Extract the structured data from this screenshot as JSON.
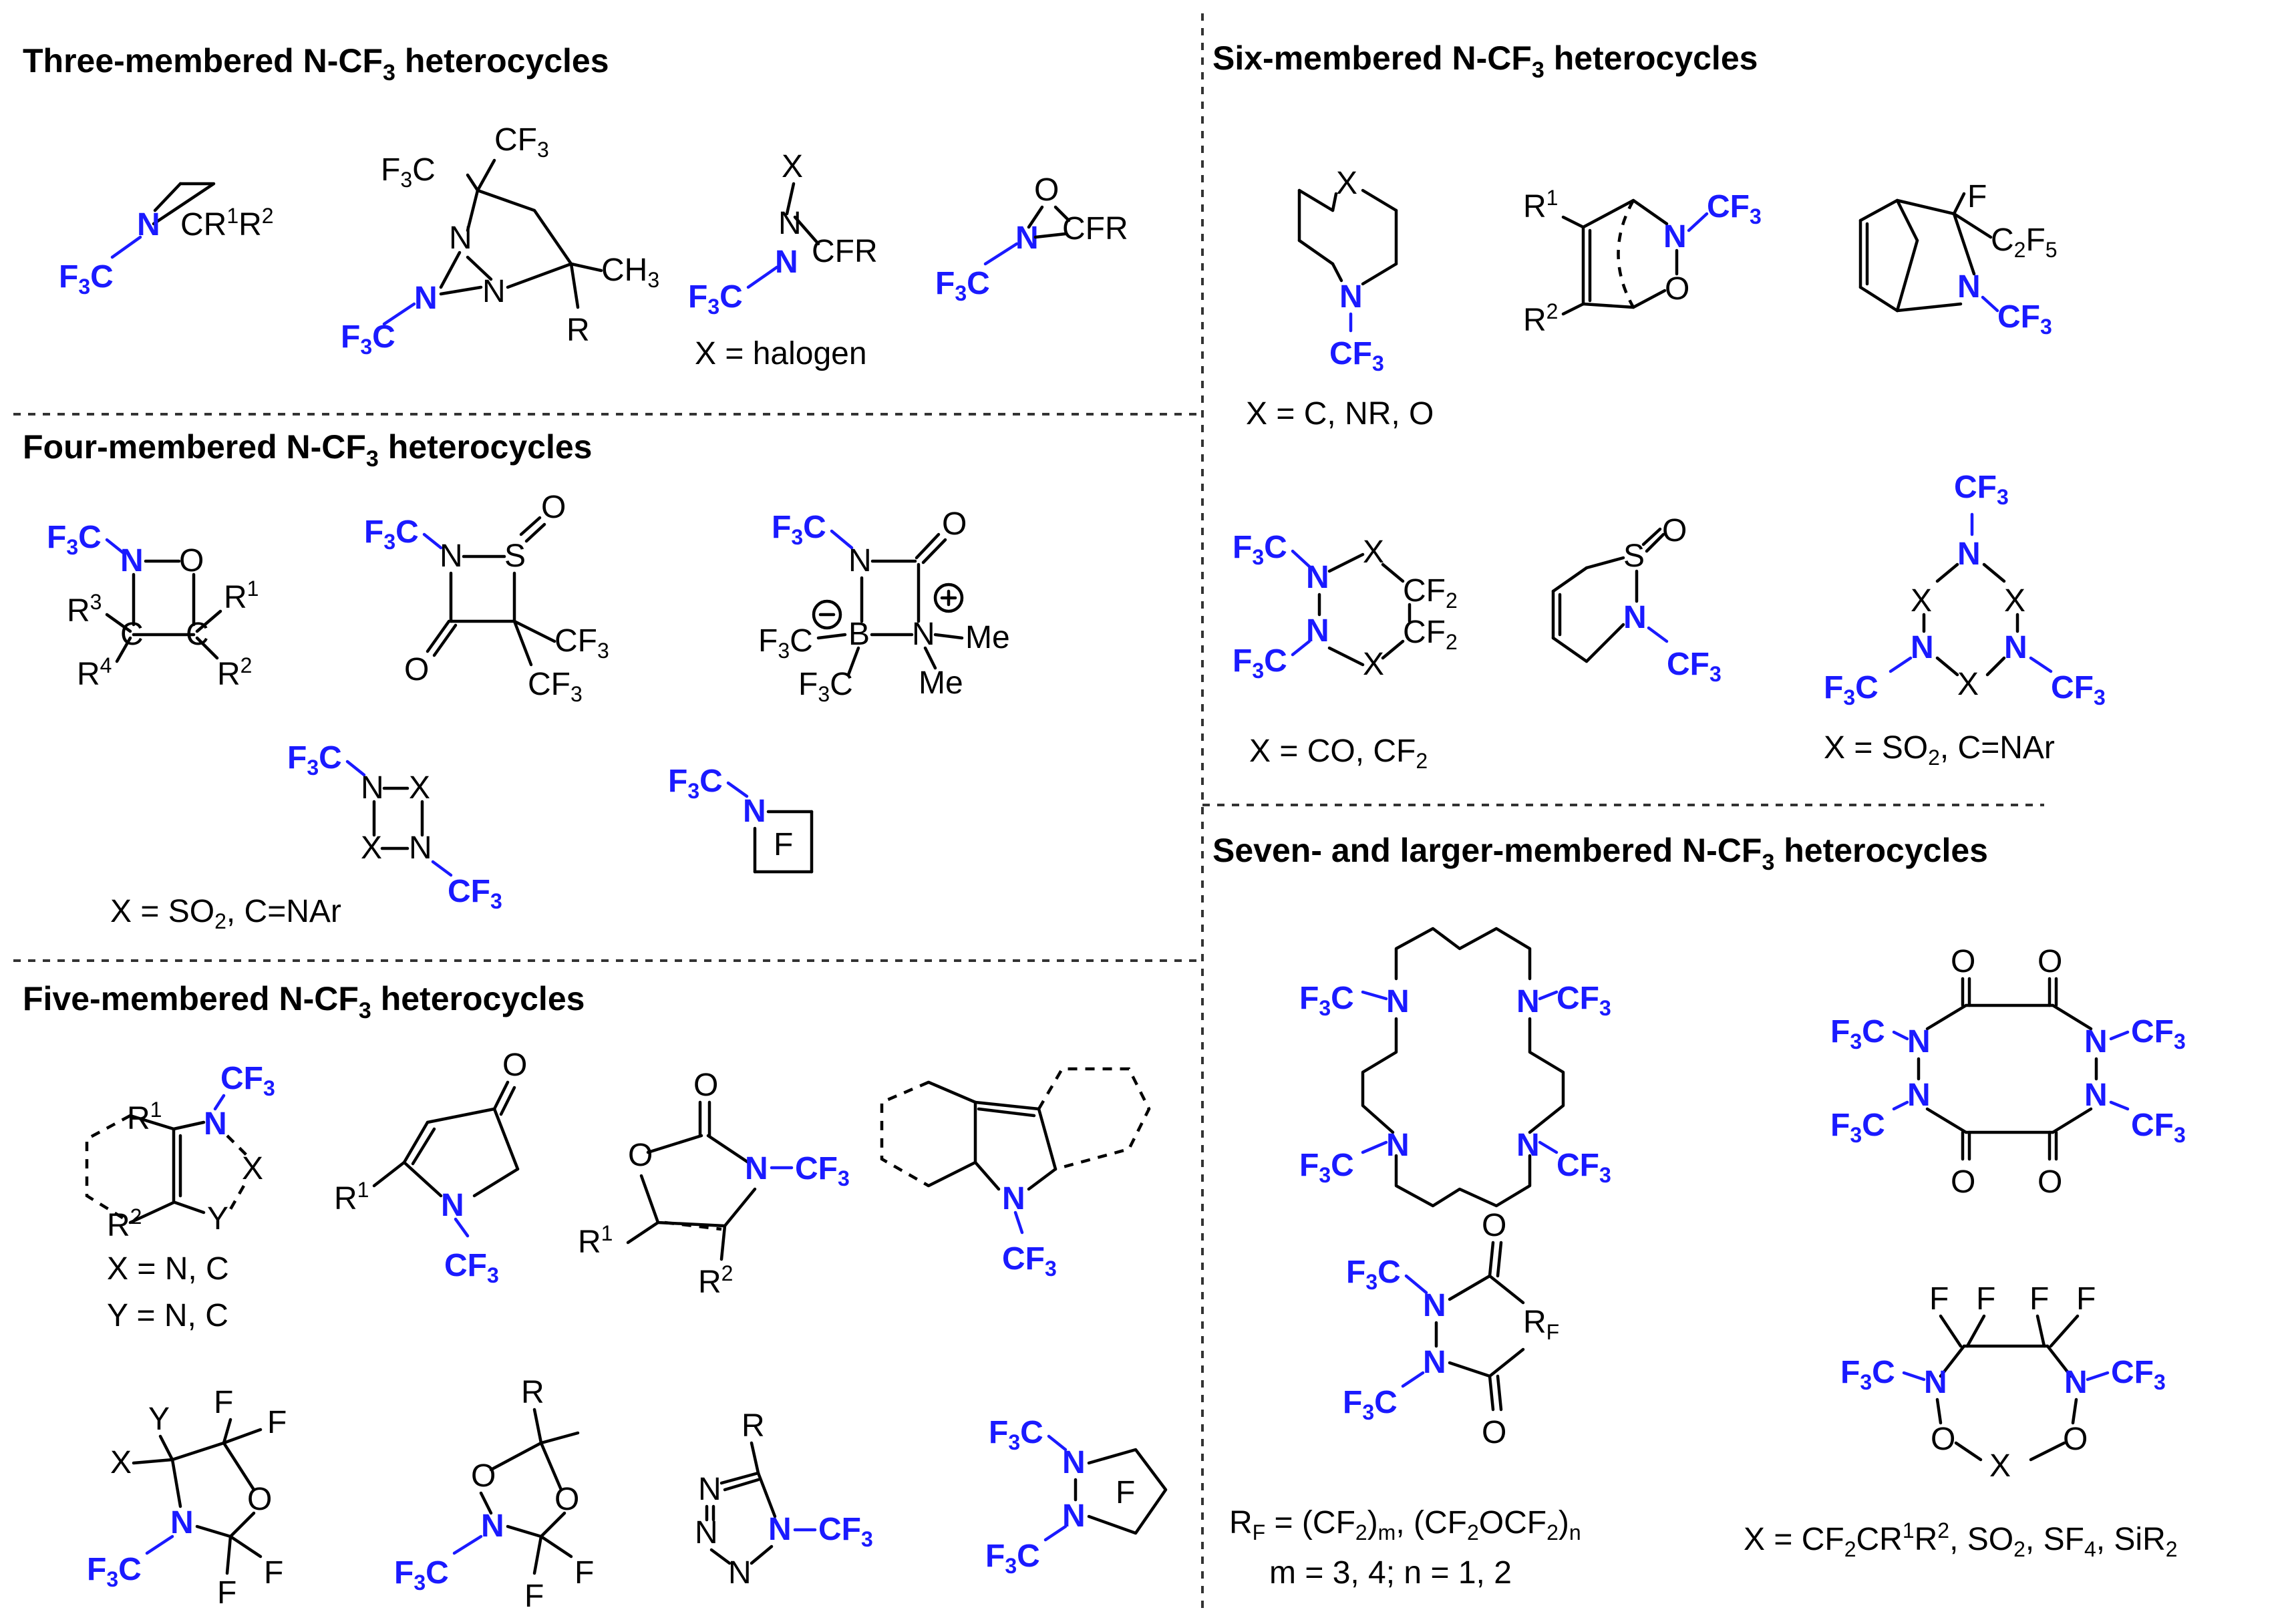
{
  "sections": {
    "three": "Three-membered N-CF",
    "four": "Four-membered N-CF",
    "five": "Five-membered N-CF",
    "six": "Six-membered N-CF",
    "seven": "Seven- and larger-membered N-CF",
    "sub3": "3",
    "suffix": " heterocycles"
  },
  "notes": {
    "three_halogen": "X = halogen",
    "four_so2": "X = SO",
    "four_so2_tail": ", C=NAr",
    "five_x": "X = N, C",
    "five_y": "Y = N, C",
    "six_x": "X = C, NR, O",
    "six_co": "X = CO, CF",
    "six_so2": "X = SO",
    "six_so2_tail": ", C=NAr",
    "seven_rf": "R",
    "seven_rf_def": " = (CF",
    "seven_rf_def2": ")",
    "seven_rf_def3": ", (CF",
    "seven_rf_def4": "OCF",
    "seven_rf_def5": ")",
    "seven_mn": "m = 3, 4; n = 1, 2",
    "seven_x": "X = CF",
    "seven_x2": "CR",
    "seven_x3": "R",
    "seven_x4": ", SO",
    "seven_x5": ", SF",
    "seven_x6": ", SiR"
  },
  "colors": {
    "accent": "#1a1aff",
    "ink": "#000000"
  }
}
